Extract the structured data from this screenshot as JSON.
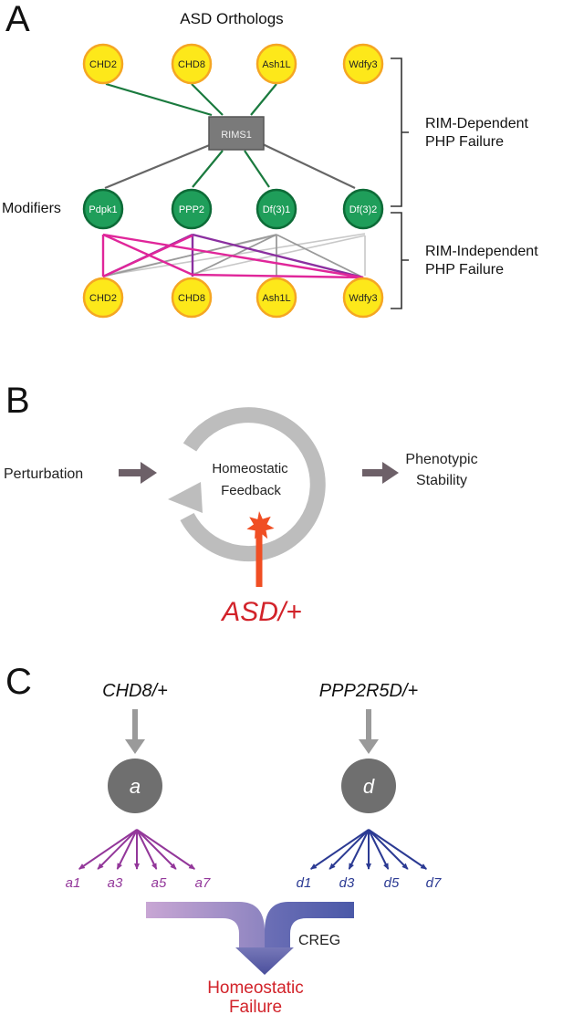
{
  "panel_a": {
    "letter": "A",
    "title": "ASD Orthologs",
    "top_genes": [
      "CHD2",
      "CHD8",
      "Ash1L",
      "Wdfy3"
    ],
    "hub": "RIMS1",
    "modifiers_label": "Modifiers",
    "modifiers": [
      "Pdpk1",
      "PPP2",
      "Df(3)1",
      "Df(3)2"
    ],
    "bottom_genes": [
      "CHD2",
      "CHD8",
      "Ash1L",
      "Wdfy3"
    ],
    "bracket_dependent": [
      "RIM-Dependent",
      "PHP Failure"
    ],
    "bracket_independent": [
      "RIM-Independent",
      "PHP Failure"
    ],
    "colors": {
      "gene_fill": "#fde81a",
      "gene_stroke": "#f5a623",
      "modifier_fill": "#1f9e5a",
      "modifier_stroke": "#0d6b37",
      "hub_fill": "#7a7a7a",
      "green_edge": "#1a7a3e",
      "grey_edge": "#666666",
      "magenta_edge": "#e0269a",
      "purple_edge": "#8b2fa0",
      "light_edge": "#c8c8c8"
    }
  },
  "panel_b": {
    "letter": "B",
    "input": "Perturbation",
    "loop_label": [
      "Homeostatic",
      "Feedback"
    ],
    "output": [
      "Phenotypic",
      "Stability"
    ],
    "disruptor": "ASD/+",
    "colors": {
      "loop": "#bdbdbd",
      "arrow": "#6d6068",
      "disruptor": "#f04e23",
      "disruptor_text": "#d2232a"
    }
  },
  "panel_c": {
    "letter": "C",
    "left_gene": "CHD8/+",
    "right_gene": "PPP2R5D/+",
    "left_node": "a",
    "right_node": "d",
    "left_targets": [
      "a1",
      "a3",
      "a5",
      "a7"
    ],
    "right_targets": [
      "d1",
      "d3",
      "d5",
      "d7"
    ],
    "convergence_label": "CREG",
    "outcome": [
      "Homeostatic",
      "Failure"
    ],
    "colors": {
      "left": "#93379a",
      "right": "#2b3a93",
      "outcome": "#d2232a",
      "node": "#6f6f6f"
    }
  }
}
